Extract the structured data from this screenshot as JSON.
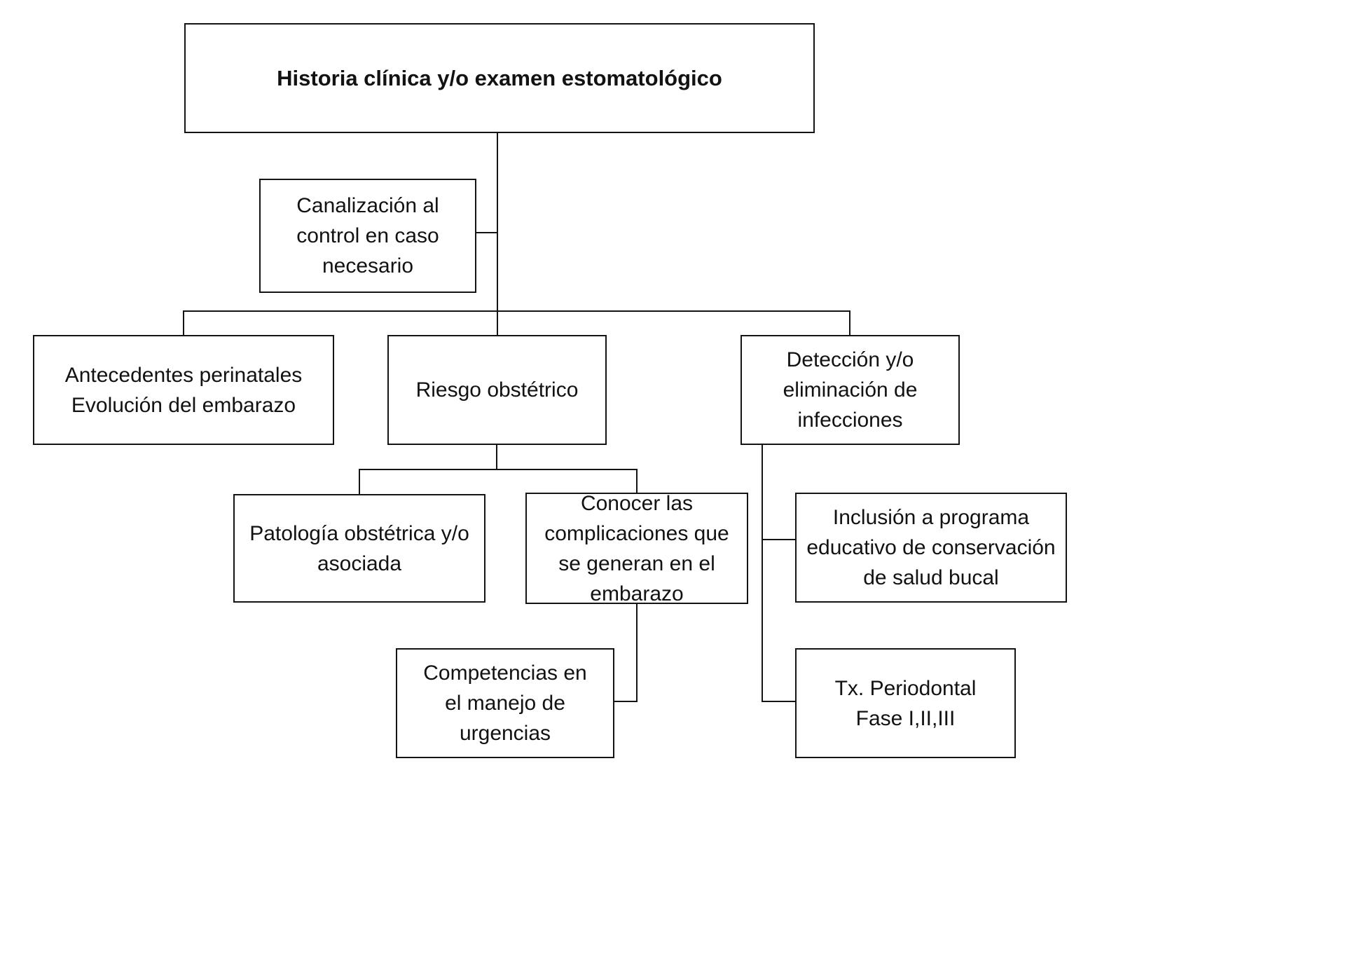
{
  "diagram_title": "Historia clínica y/o examen estomatológico",
  "nodes": {
    "historia": "Historia clínica y/o examen estomatológico",
    "canalizacion": "Canalización al\ncontrol en caso\nnecesario",
    "antecedentes": "Antecedentes perinatales\nEvolución del embarazo",
    "riesgo": "Riesgo obstétrico",
    "deteccion": "Detección y/o\neliminación de\ninfecciones",
    "patologia": "Patología obstétrica y/o\nasociada",
    "conocer": "Conocer las\ncomplicaciones que\nse generan en el\nembarazo",
    "competencias": "Competencias en\nel manejo de\nurgencias",
    "inclusion": "Inclusión a programa\neducativo de conservación\nde salud bucal",
    "tx": "Tx. Periodontal\nFase I,II,III"
  },
  "colors": {
    "background": "#ffffff",
    "border": "#141414",
    "text": "#121212"
  }
}
